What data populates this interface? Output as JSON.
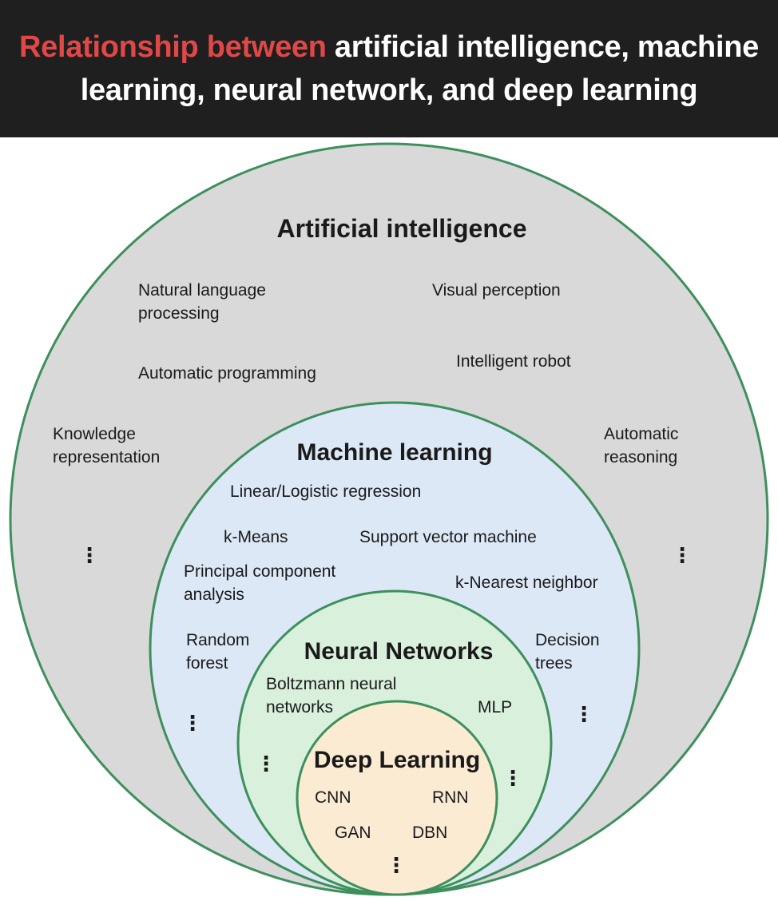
{
  "header": {
    "title_accent": "Relationship between",
    "title_rest_line1": " artificial intelligence, machine",
    "title_line2": "learning, neural network, and deep learning",
    "accent_color": "#e04848",
    "background": "#1f1f1f"
  },
  "diagram": {
    "ai": {
      "title": "Artificial intelligence",
      "fill": "#d9d9d9",
      "items": {
        "nlp_line1": "Natural language",
        "nlp_line2": "processing",
        "visual_perception": "Visual perception",
        "automatic_programming": "Automatic programming",
        "intelligent_robot": "Intelligent robot",
        "knowledge_line1": "Knowledge",
        "knowledge_line2": "representation",
        "reasoning_line1": "Automatic",
        "reasoning_line2": "reasoning"
      },
      "ellipsis": "⋮"
    },
    "ml": {
      "title": "Machine learning",
      "fill": "#dde8f7",
      "items": {
        "linear_logistic": "Linear/Logistic regression",
        "kmeans": "k-Means",
        "svm": "Support vector machine",
        "pca_line1": "Principal component",
        "pca_line2": "analysis",
        "knn": "k-Nearest neighbor",
        "rf_line1": "Random",
        "rf_line2": "forest",
        "dt_line1": "Decision",
        "dt_line2": "trees"
      },
      "ellipsis": "⋮"
    },
    "nn": {
      "title": "Neural Networks",
      "fill": "#d8f0dc",
      "items": {
        "boltzmann_line1": "Boltzmann neural",
        "boltzmann_line2": "networks",
        "mlp": "MLP"
      },
      "ellipsis": "⋮"
    },
    "dl": {
      "title": "Deep Learning",
      "fill": "#fbebd3",
      "items": {
        "cnn": "CNN",
        "rnn": "RNN",
        "gan": "GAN",
        "dbn": "DBN"
      },
      "ellipsis": "⋮"
    },
    "stroke_color": "#3d8f5c"
  }
}
